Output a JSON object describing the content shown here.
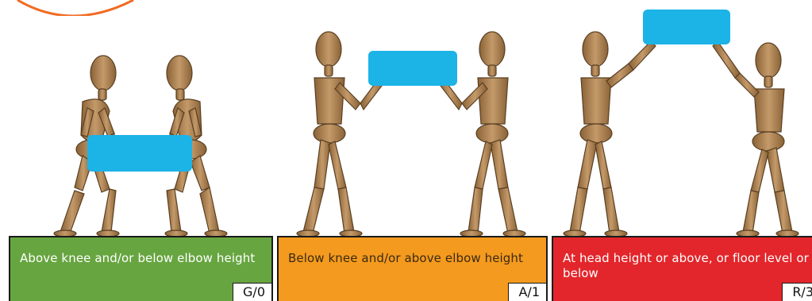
{
  "colors": {
    "green": "#67a540",
    "amber": "#f49a1e",
    "red": "#e3262b",
    "box": "#1cb3e6",
    "mannequin": "#b58a5c",
    "accent_arc": "#f26a21"
  },
  "icons": {
    "corner": "orange-circle-arc",
    "figure": "wooden-mannequin",
    "load": "blue-box"
  },
  "panels": [
    {
      "caption": "Above knee and/or below elbow height",
      "code": "G/0",
      "color": "green",
      "load_position": "between knee and elbow"
    },
    {
      "caption": "Below knee and/or above elbow height",
      "code": "A/1",
      "color": "amber",
      "load_position": "above elbow"
    },
    {
      "caption": "At head height or above, or floor level or below",
      "code": "R/3",
      "color": "red",
      "load_position": "above head"
    }
  ]
}
